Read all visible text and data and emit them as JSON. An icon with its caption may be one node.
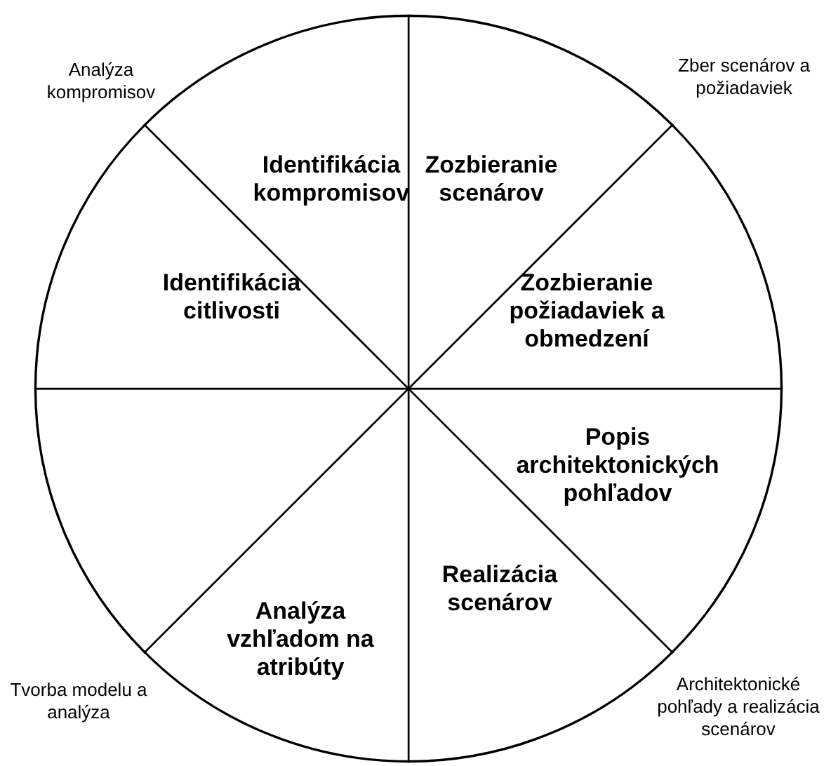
{
  "diagram": {
    "nodes": [
      {
        "text": [],
        "shape": "circle"
      },
      {
        "text": [
          "Identifikácia kompromisov"
        ],
        "in": 0
      },
      {
        "text": [
          "Zozbieranie scenárov"
        ],
        "in": 0
      },
      {
        "text": [
          "Identifikácia citlivosti"
        ],
        "in": 0
      },
      {
        "text": [
          "Zozbieranie požiadaviek a obmedzení"
        ],
        "in": 0
      },
      {
        "text": [
          "Popis architektonických pohľadov"
        ],
        "in": 0
      },
      {
        "text": [
          "Analýza vzhľadom na atribúty"
        ],
        "in": 0
      },
      {
        "text": [
          "Realizácia scenárov"
        ],
        "in": 0
      },
      {
        "text": [],
        "shape": "wedge",
        "in": 0
      }
    ],
    "labels": [
      "Analýza kompromisov",
      "Zber scenárov a požiadaviek",
      "Tvorba modelu a analýza",
      "Architektonické pohľady a realizácia scenárov"
    ]
  }
}
